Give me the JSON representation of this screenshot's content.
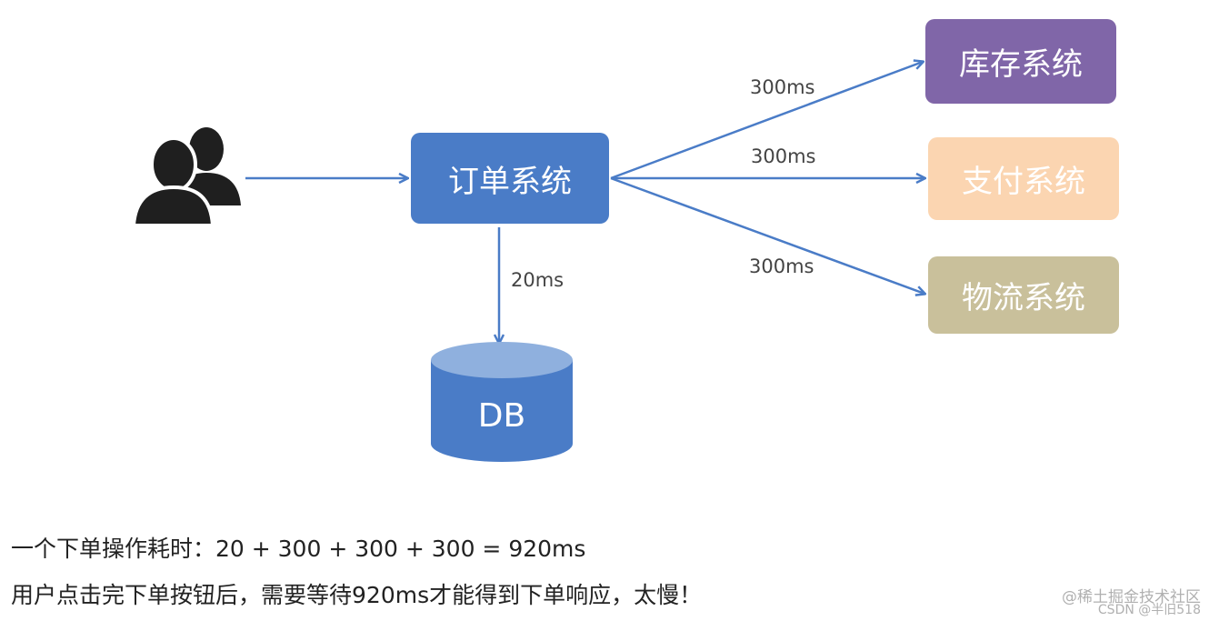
{
  "nodes": {
    "order": "订单系统",
    "stock": "库存系统",
    "pay": "支付系统",
    "logistics": "物流系统",
    "db": "DB"
  },
  "edges": {
    "to_stock": "300ms",
    "to_pay": "300ms",
    "to_logistics": "300ms",
    "to_db": "20ms"
  },
  "notes": {
    "line1": "一个下单操作耗时：20 + 300 + 300 + 300 = 920ms",
    "line2": "用户点击完下单按钮后，需要等待920ms才能得到下单响应，太慢！"
  },
  "watermark": {
    "line1": "@稀土掘金技术社区",
    "line2": "CSDN @半旧518"
  },
  "icons": {
    "users": "users-icon"
  },
  "colors": {
    "order": "#4a7cc7",
    "stock": "#8066a8",
    "pay": "#fbd5b1",
    "logistics": "#c9c09b",
    "db": "#4a7cc7",
    "arrow": "#4a7cc7"
  }
}
